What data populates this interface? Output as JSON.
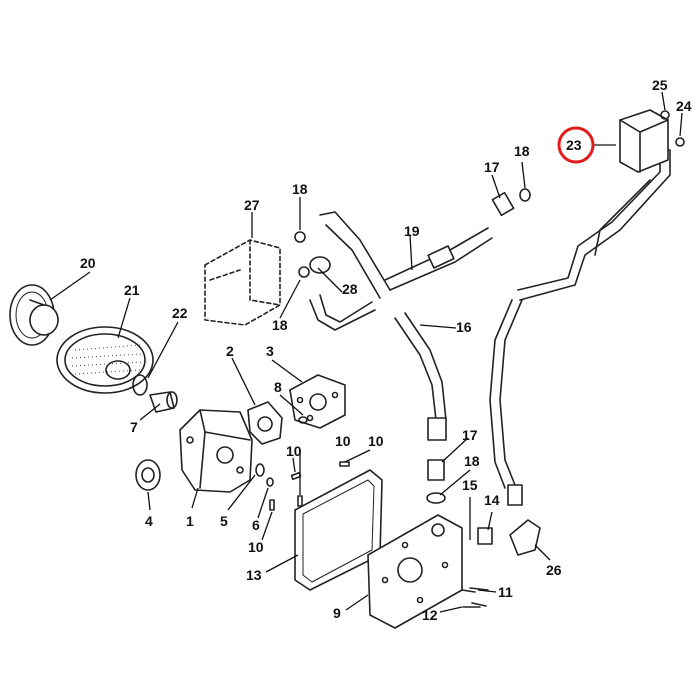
{
  "callouts": {
    "c1": "1",
    "c2": "2",
    "c3": "3",
    "c4": "4",
    "c5": "5",
    "c6": "6",
    "c7": "7",
    "c8": "8",
    "c9": "9",
    "c10a": "10",
    "c10b": "10",
    "c10c": "10",
    "c10d": "10",
    "c11": "11",
    "c12": "12",
    "c13": "13",
    "c14": "14",
    "c15": "15",
    "c16": "16",
    "c17a": "17",
    "c17b": "17",
    "c18a": "18",
    "c18b": "18",
    "c18c": "18",
    "c18d": "18",
    "c19": "19",
    "c20": "20",
    "c21": "21",
    "c22": "22",
    "c23": "23",
    "c24": "24",
    "c25": "25",
    "c26": "26",
    "c27": "27",
    "c28": "28"
  },
  "highlight": {
    "callout": "23",
    "color": "#e21c1c"
  }
}
